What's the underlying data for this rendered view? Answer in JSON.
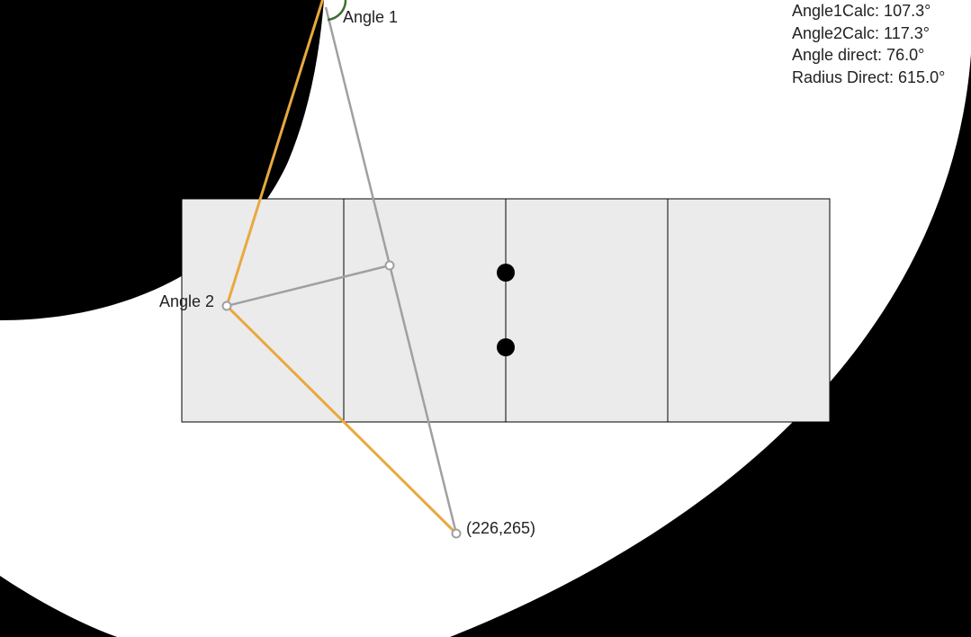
{
  "readouts": {
    "angle1_calc": "Angle1Calc: 107.3°",
    "angle2_calc": "Angle2Calc: 117.3°",
    "angle_direct": "Angle direct: 76.0°",
    "radius_direct": "Radius Direct: 615.0°"
  },
  "labels": {
    "angle1": "Angle 1",
    "angle2": "Angle 2",
    "endpoint": "(226,265)"
  },
  "colors": {
    "background": "#000000",
    "reach_area": "#ffffff",
    "grid_fill": "#ebebeb",
    "grid_stroke": "#000000",
    "arm_orange": "#e8a93f",
    "arm_gray": "#a0a0a0",
    "angle_arc": "#3b6e33",
    "marker": "#000000"
  }
}
